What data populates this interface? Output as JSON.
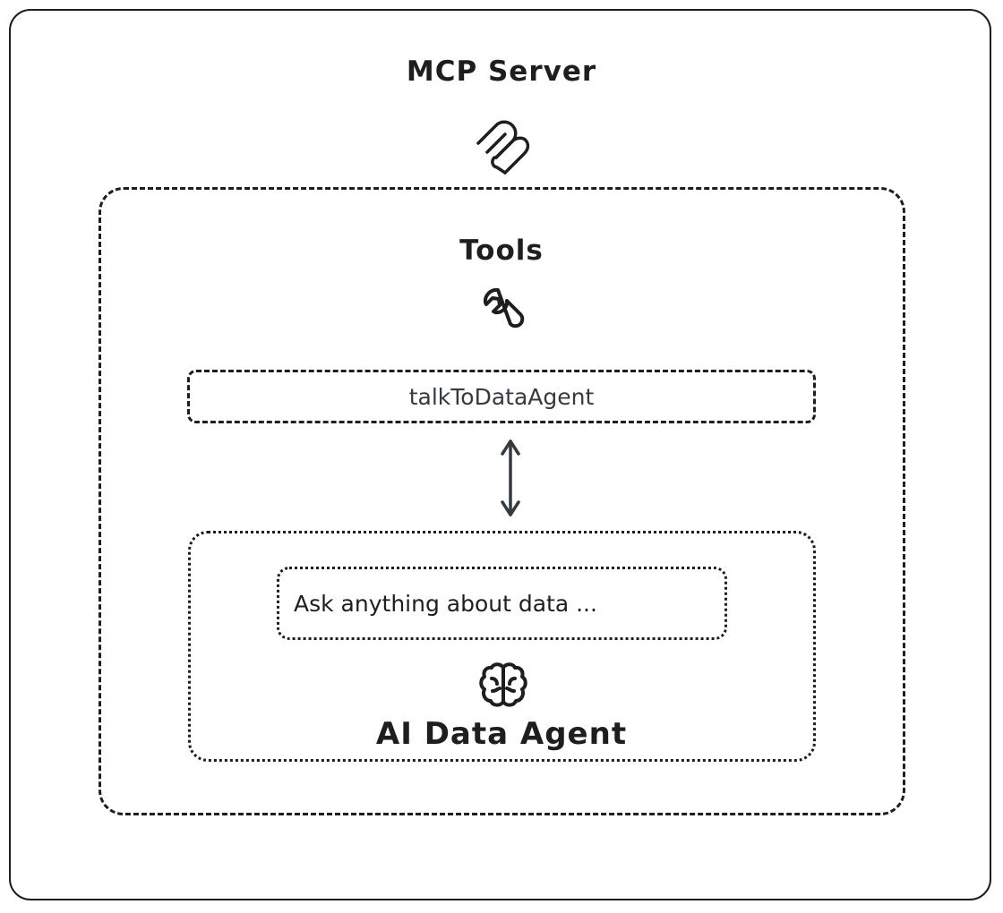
{
  "diagram": {
    "server_title": "MCP Server",
    "tools_title": "Tools",
    "tool_name": "talkToDataAgent",
    "prompt_text": "Ask anything about data ...",
    "agent_title": "AI Data Agent"
  },
  "icons": {
    "server": "mcp-logo-icon",
    "tools": "wrench-icon",
    "agent": "brain-icon",
    "connector": "double-arrow-icon"
  },
  "colors": {
    "stroke": "#1e1e1e",
    "tool_text": "#343a40",
    "background": "#ffffff"
  }
}
